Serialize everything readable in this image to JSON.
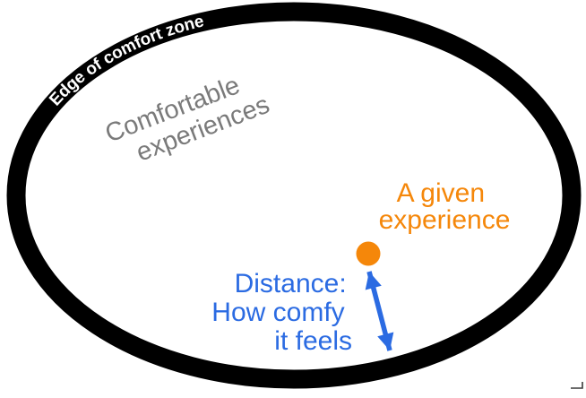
{
  "colors": {
    "background": "#ffffff",
    "zone_outline": "#000000",
    "edge_label_text": "#ffffff",
    "comfortable_text": "#7a7a7a",
    "accent_orange": "#f5870a",
    "accent_blue": "#2b6be2",
    "corner_mark": "#3a3a3a"
  },
  "labels": {
    "edge": "Edge of comfort zone",
    "comfortable_line1": "Comfortable",
    "comfortable_line2": "experiences",
    "given_line1": "A given",
    "given_line2": "experience",
    "distance_line1": "Distance:",
    "distance_line2": "How comfy",
    "distance_line3": "it feels"
  }
}
